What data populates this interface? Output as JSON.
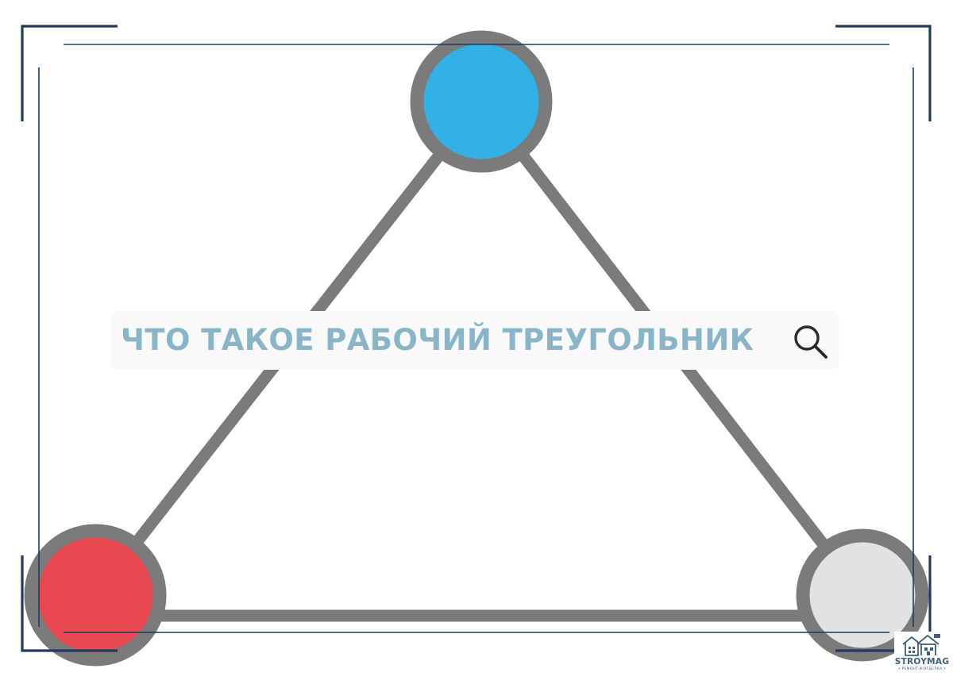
{
  "search": {
    "text": "ЧТО ТАКОЕ РАБОЧИЙ ТРЕУГОЛЬНИК",
    "icon": "magnifier-icon"
  },
  "logo": {
    "name": "STROYMAG",
    "tagline": "• РЕМОНТ И ОТДЕЛКА •",
    "icon": "house-icon"
  },
  "colors": {
    "frame": "#1f3b5e",
    "edge": "#7b7b7b",
    "node_top": "#33b0e6",
    "node_left": "#e8484f",
    "node_right": "#e1e2e2",
    "search_text": "#8ab5c9",
    "search_icon": "#2b2b2b",
    "logo": "#3d5f80"
  }
}
